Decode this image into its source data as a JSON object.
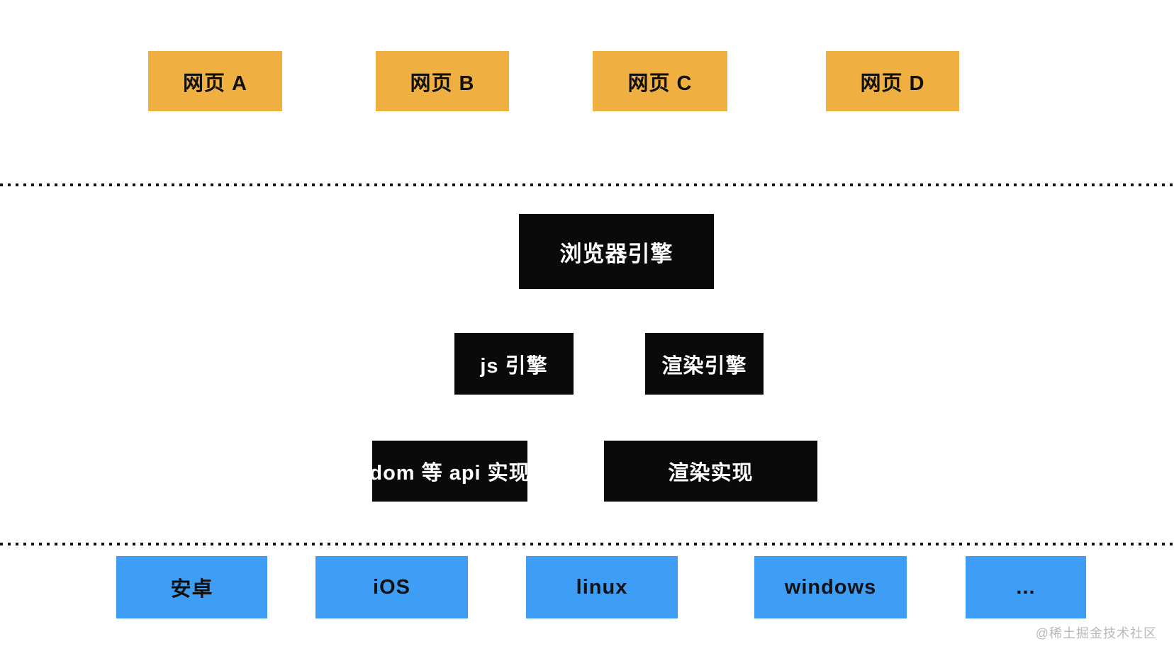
{
  "diagram": {
    "title_implicit": "browser architecture layers",
    "colors": {
      "webpage_box": "#efb041",
      "engine_box": "#0a0a0a",
      "platform_box": "#3e9df4",
      "dark_text": "#111111",
      "light_text": "#ffffff",
      "divider_dots": "#111111",
      "watermark_text": "#b9b9b9"
    },
    "webpages": [
      {
        "label": "网页 A"
      },
      {
        "label": "网页 B"
      },
      {
        "label": "网页 C"
      },
      {
        "label": "网页 D"
      }
    ],
    "browser_engine": {
      "label": "浏览器引擎"
    },
    "engines": [
      {
        "label": "js 引擎"
      },
      {
        "label": "渲染引擎"
      }
    ],
    "implementations": [
      {
        "label": "dom 等 api 实现"
      },
      {
        "label": "渲染实现"
      }
    ],
    "platforms": [
      {
        "label": "安卓"
      },
      {
        "label": "iOS"
      },
      {
        "label": "linux"
      },
      {
        "label": "windows"
      },
      {
        "label": "..."
      }
    ],
    "watermark": "@稀土掘金技术社区"
  }
}
